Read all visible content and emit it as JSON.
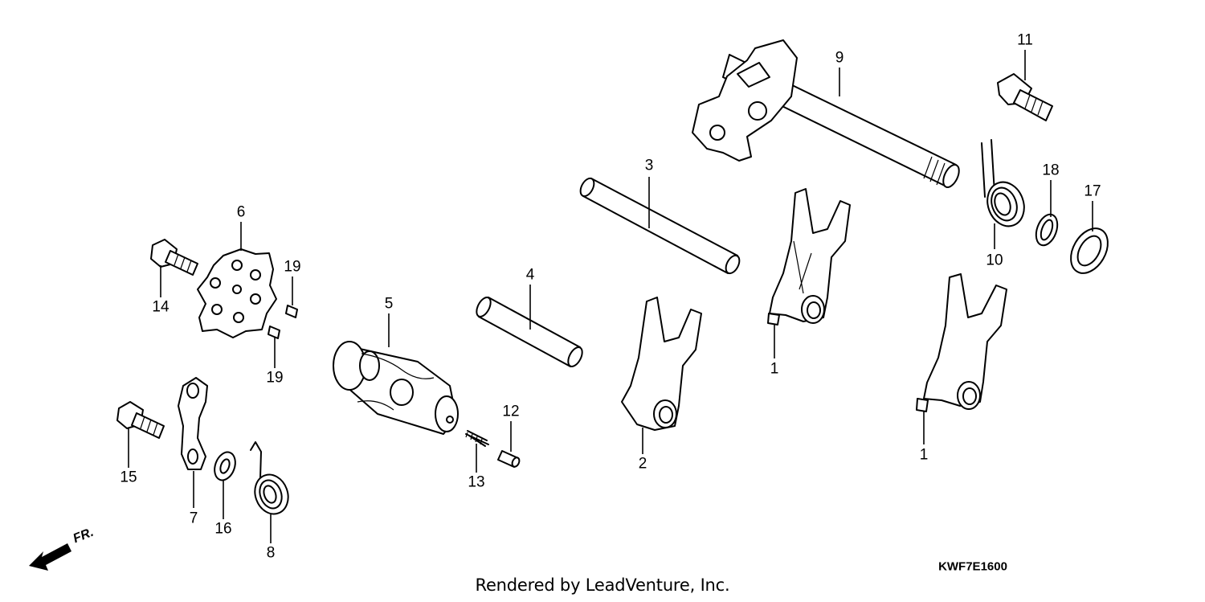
{
  "diagram": {
    "callouts": {
      "n1a": "1",
      "n1b": "1",
      "n2": "2",
      "n3": "3",
      "n4": "4",
      "n5": "5",
      "n6": "6",
      "n7": "7",
      "n8": "8",
      "n9": "9",
      "n10": "10",
      "n11": "11",
      "n12": "12",
      "n13": "13",
      "n14": "14",
      "n15": "15",
      "n16": "16",
      "n17": "17",
      "n18": "18",
      "n19a": "19",
      "n19b": "19"
    },
    "diagram_code": "KWF7E1600",
    "credit": "Rendered by LeadVenture, Inc.",
    "front_indicator": "FR."
  }
}
